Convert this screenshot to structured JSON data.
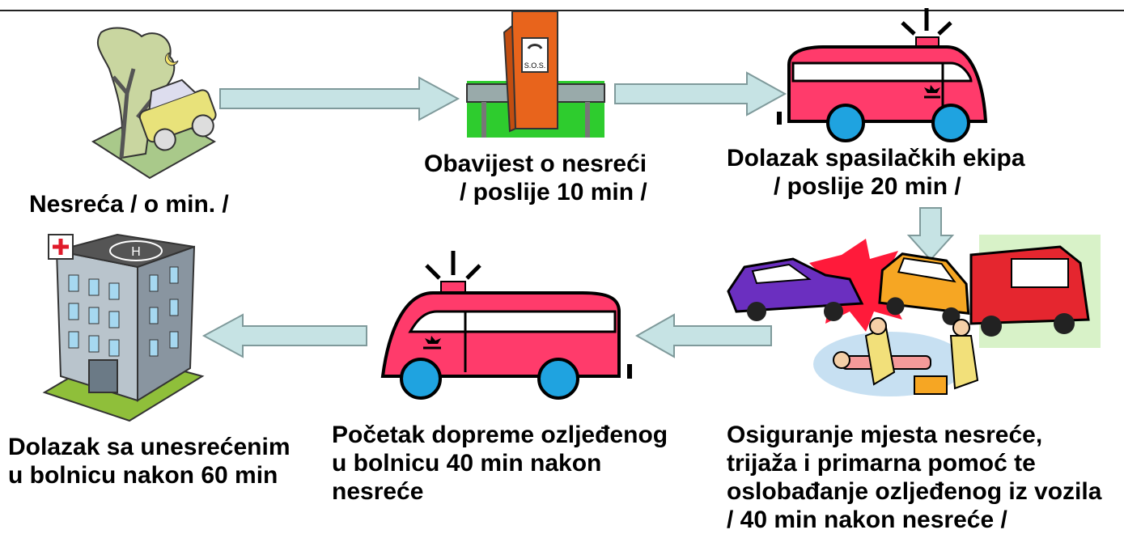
{
  "steps": [
    {
      "id": "accident",
      "lines": [
        "Nesreća / o min. /"
      ]
    },
    {
      "id": "notification",
      "lines": [
        "Obavijest o nesreći",
        "/ poslije 10 min /"
      ]
    },
    {
      "id": "rescue_arrival",
      "lines": [
        "Dolazak spasilačkih ekipa",
        "/ poslije 20 min /"
      ]
    },
    {
      "id": "scene_securing",
      "lines": [
        "Osiguranje mjesta nesreće,",
        "trijaža i primarna pomoć te",
        "oslobađanje ozljeđenog iz vozila",
        "/ 40 min nakon nesreće /"
      ]
    },
    {
      "id": "transport_start",
      "lines": [
        "Početak dopreme ozljeđenog",
        "u bolnicu 40 min nakon",
        "nesreće"
      ]
    },
    {
      "id": "hospital_arrival",
      "lines": [
        "Dolazak sa unesrećenim",
        "u bolnicu nakon 60 min"
      ]
    }
  ],
  "sos_sign": "S.O.S.",
  "helipad_letter": "H",
  "colors": {
    "arrow_fill": "#c6e3e4",
    "arrow_stroke": "#7f9a9b",
    "ambulance_red": "#ff3b6b",
    "wheel_blue": "#1fa3e0",
    "sos_orange": "#e8641c",
    "grass": "#2ecc2e"
  }
}
